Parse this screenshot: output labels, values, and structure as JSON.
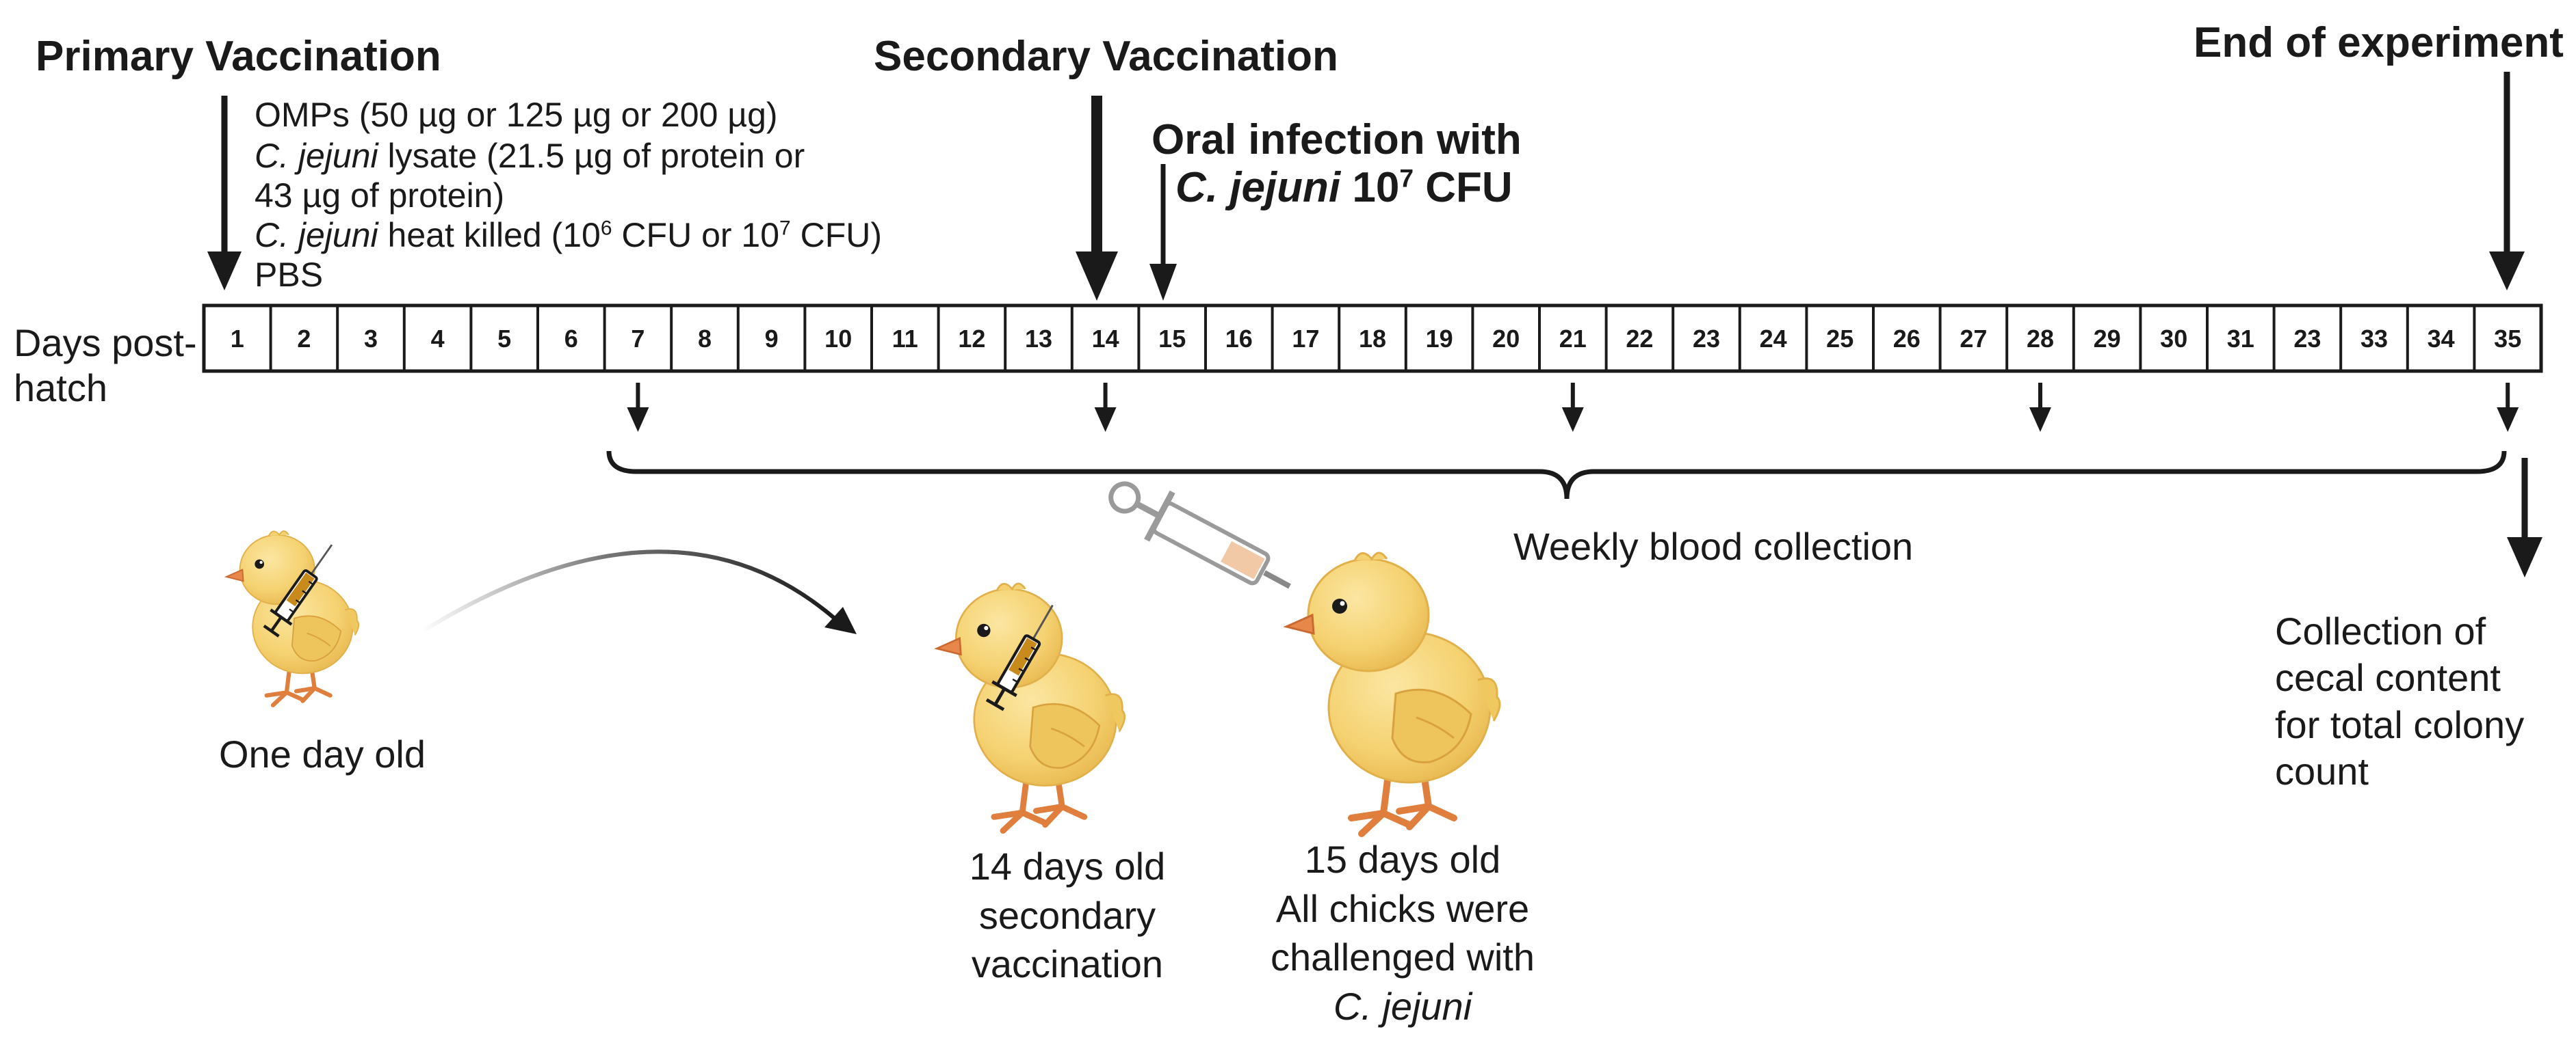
{
  "headings": {
    "primary": "Primary Vaccination",
    "secondary": "Secondary Vaccination",
    "end": "End of experiment",
    "oral_line1": "Oral infection with",
    "oral_species": "C. jejuni",
    "oral_dose_base": "10",
    "oral_dose_exp": "7",
    "oral_unit": " CFU"
  },
  "treatments": {
    "line1": "OMPs (50 µg  or 125 µg or 200 µg)",
    "line2_species": "C. jejuni",
    "line2_rest": " lysate (21.5 µg of protein or",
    "line3": "43 µg of protein)",
    "line4_species": "C. jejuni",
    "line4_a": " heat killed (10",
    "line4_exp1": "6",
    "line4_b": " CFU or 10",
    "line4_exp2": "7",
    "line4_c": " CFU)",
    "line5": "PBS"
  },
  "timeline": {
    "axis_label_line1": "Days post-",
    "axis_label_line2": "hatch",
    "days": [
      "1",
      "2",
      "3",
      "4",
      "5",
      "6",
      "7",
      "8",
      "9",
      "10",
      "11",
      "12",
      "13",
      "14",
      "15",
      "16",
      "17",
      "18",
      "19",
      "20",
      "21",
      "22",
      "23",
      "24",
      "25",
      "26",
      "27",
      "28",
      "29",
      "30",
      "31",
      "23",
      "33",
      "34",
      "35"
    ],
    "bold_days": [
      "1",
      "7",
      "14",
      "15",
      "21",
      "28",
      "35"
    ],
    "blood_days": [
      "7",
      "14",
      "21",
      "28",
      "35"
    ]
  },
  "annotations": {
    "weekly_blood": "Weekly blood collection",
    "one_day": "One day old",
    "fourteen_l1": "14 days old",
    "fourteen_l2": "secondary",
    "fourteen_l3": "vaccination",
    "fifteen_l1": "15 days old",
    "fifteen_l2": "All chicks were",
    "fifteen_l3": "challenged with",
    "fifteen_l4": "C. jejuni",
    "cecal_l1": "Collection of",
    "cecal_l2": "cecal content",
    "cecal_l3": "for total colony",
    "cecal_l4": "count"
  },
  "colors": {
    "ink": "#1a1a1a",
    "chick_body": "#f7d57a",
    "chick_shade": "#e8b84e",
    "beak_feet": "#e8874a",
    "syringe_fluid": "#c98a1c"
  },
  "icons": [
    "syringe-icon",
    "oral-syringe-icon",
    "chick-icon",
    "curved-arrow-icon"
  ]
}
